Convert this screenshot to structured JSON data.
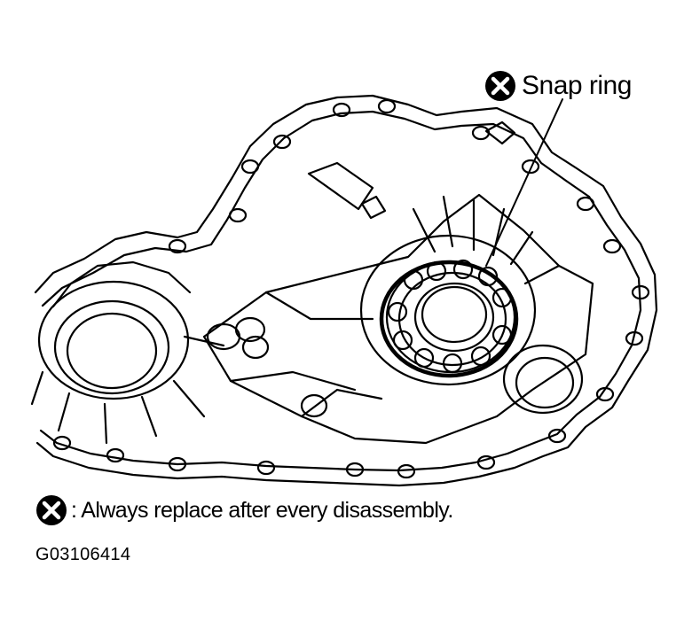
{
  "callout": {
    "label": "Snap ring"
  },
  "legend": {
    "symbol_icon": "replace-part-x-icon",
    "text": ": Always replace after every disassembly."
  },
  "figure_code": "G03106414",
  "colors": {
    "ink": "#000000",
    "paper": "#ffffff"
  }
}
